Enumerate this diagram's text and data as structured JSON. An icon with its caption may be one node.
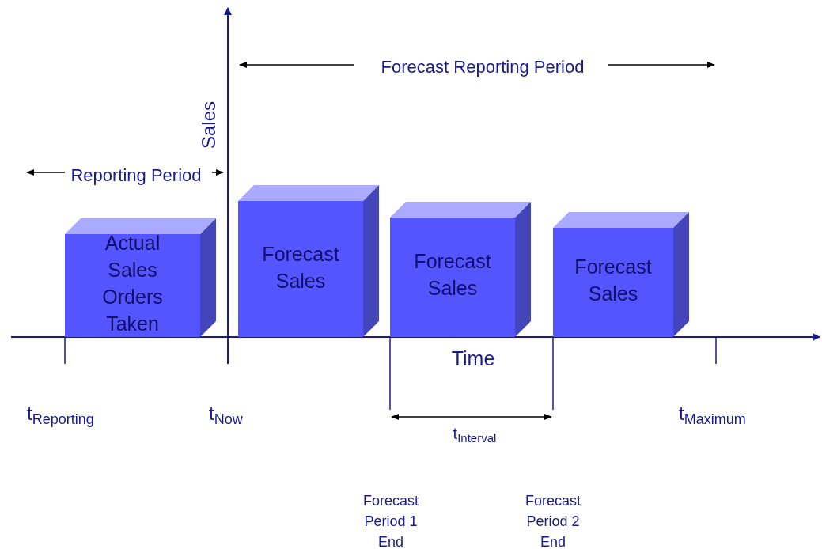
{
  "diagram": {
    "nodes": [
      {
        "text": [
          "Actual Sales Orders Taken"
        ]
      },
      {
        "text": [
          "Forecast Sales"
        ]
      },
      {
        "text": [
          "Forecast Sales"
        ]
      },
      {
        "text": [
          "Forecast Sales"
        ]
      }
    ],
    "labels": [
      "Forecast Reporting Period",
      "Sales",
      "Reporting Period",
      "Time",
      "t$_{Reporting}$",
      "t$_{Now}$",
      "t$_{Interval}$",
      "t$_{Maximum}$",
      "Forecast Period 1 End",
      "Forecast Period 2 End"
    ]
  }
}
